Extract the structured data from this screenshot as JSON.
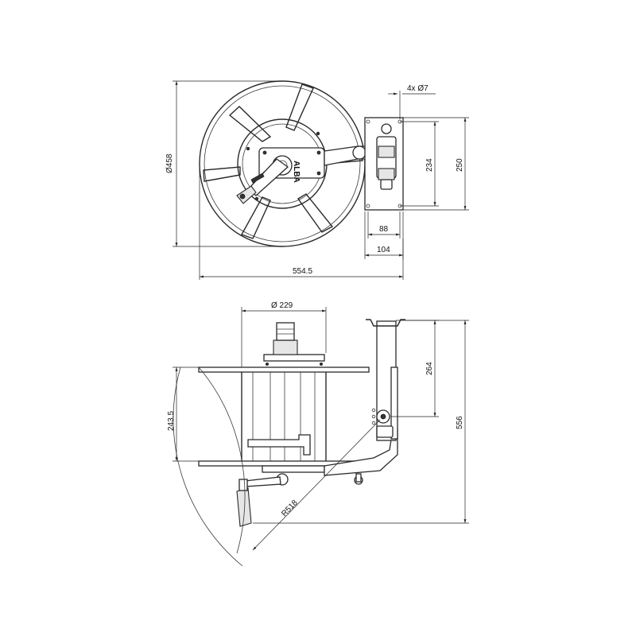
{
  "front_view": {
    "dims": {
      "diameter_458": "Ø458",
      "holes": "4x Ø7",
      "d234": "234",
      "d250": "250",
      "d88": "88",
      "d104": "104",
      "d554": "554.5"
    },
    "brand": "ALBA"
  },
  "top_view": {
    "dims": {
      "diameter_229": "Ø 229",
      "d264": "264",
      "d243": "243.5",
      "d556": "556",
      "r518": "R518"
    }
  }
}
